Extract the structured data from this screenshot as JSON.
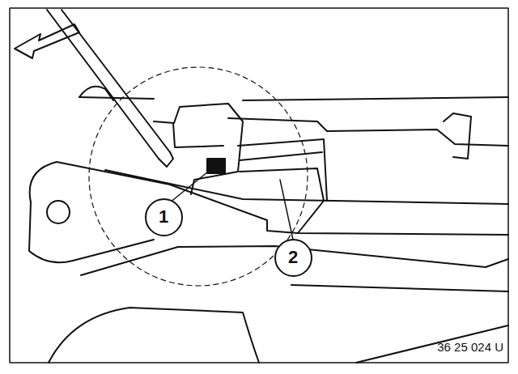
{
  "diagram": {
    "nodes": [
      {
        "text": [
          "1"
        ]
      },
      {
        "text": [
          "2"
        ]
      }
    ],
    "labels": [
      "36 25 024 U"
    ]
  }
}
